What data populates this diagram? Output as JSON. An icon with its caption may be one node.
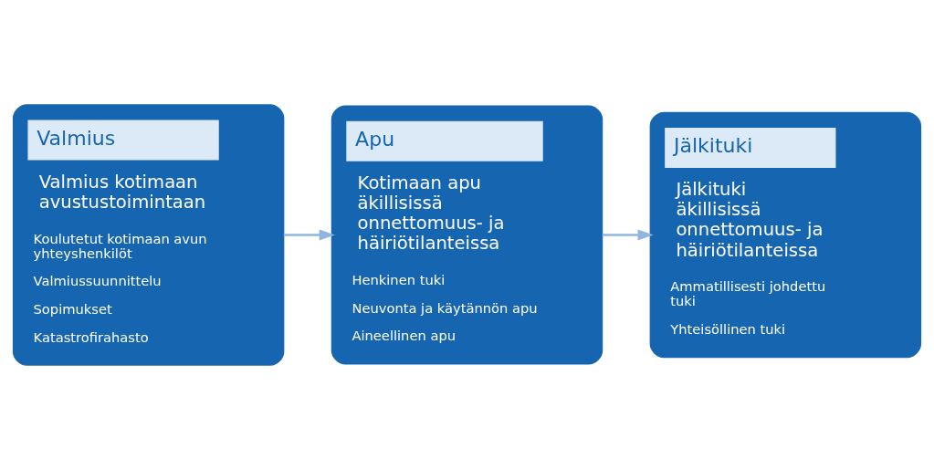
{
  "diagram": {
    "nodes": [
      {
        "text": [
          "Valmius",
          "Valmius kotimaan avustustoimintaan",
          "Koulutetut kotimaan avun yhteyshenkilöt",
          "Valmiussuunnittelu",
          "Sopimukset",
          "Katastrofirahasto"
        ]
      },
      {
        "text": [
          "Apu",
          "Kotimaan apu äkillisissä onnettomuus- ja häiriötilanteissa",
          "Henkinen tuki",
          "Neuvonta ja käytännön apu",
          "Aineellinen apu"
        ]
      },
      {
        "text": [
          "Jälkituki",
          "Jälkituki äkillisissä onnettomuus- ja häiriötilanteissa",
          "Ammatillisesti johdettu tuki",
          "Yhteisöllinen tuki"
        ]
      }
    ],
    "edges": [
      {
        "from": 0,
        "to": 1,
        "arrow": "to"
      },
      {
        "from": 1,
        "to": 2,
        "arrow": "to"
      }
    ]
  }
}
